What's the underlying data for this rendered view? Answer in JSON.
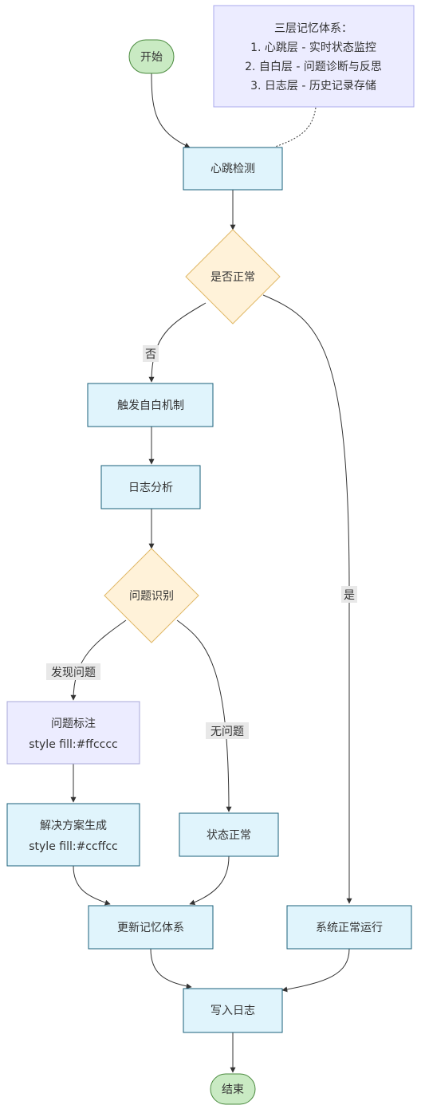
{
  "note": {
    "lines": [
      "三层记忆体系：",
      "1. 心跳层 - 实时状态监控",
      "2. 自白层 - 问题诊断与反思",
      "3. 日志层 - 历史记录存储"
    ],
    "fill": "#ececff",
    "stroke": "#aaaaee"
  },
  "nodes": {
    "start": {
      "label": "开始",
      "shape": "stadium"
    },
    "heartbeat": {
      "label": "心跳检测",
      "shape": "rect"
    },
    "is_normal": {
      "label": "是否正常",
      "shape": "diamond"
    },
    "trigger_confession": {
      "label": "触发自白机制",
      "shape": "rect"
    },
    "log_analysis": {
      "label": "日志分析",
      "shape": "rect"
    },
    "problem_identify": {
      "label": "问题识别",
      "shape": "diamond"
    },
    "problem_mark": {
      "lines": [
        "问题标注",
        "style fill:#ffcccc"
      ],
      "shape": "rect-alt"
    },
    "solution_gen": {
      "lines": [
        "解决方案生成",
        "style fill:#ccffcc"
      ],
      "shape": "rect"
    },
    "state_normal": {
      "label": "状态正常",
      "shape": "rect"
    },
    "update_memory": {
      "label": "更新记忆体系",
      "shape": "rect"
    },
    "system_running": {
      "label": "系统正常运行",
      "shape": "rect"
    },
    "write_log": {
      "label": "写入日志",
      "shape": "rect"
    },
    "end": {
      "label": "结束",
      "shape": "stadium"
    }
  },
  "edge_labels": {
    "no": "否",
    "yes": "是",
    "found_problem": "发现问题",
    "no_problem": "无问题"
  },
  "colors": {
    "process_fill": "#e0f4fc",
    "process_stroke": "#1a5f7a",
    "decision_fill": "#fff2d9",
    "decision_stroke": "#e0b866",
    "terminal_fill": "#c9eac3",
    "terminal_stroke": "#4a8a3e",
    "alt_fill": "#ececff",
    "alt_stroke": "#a8a8d8",
    "edge": "#333333"
  }
}
